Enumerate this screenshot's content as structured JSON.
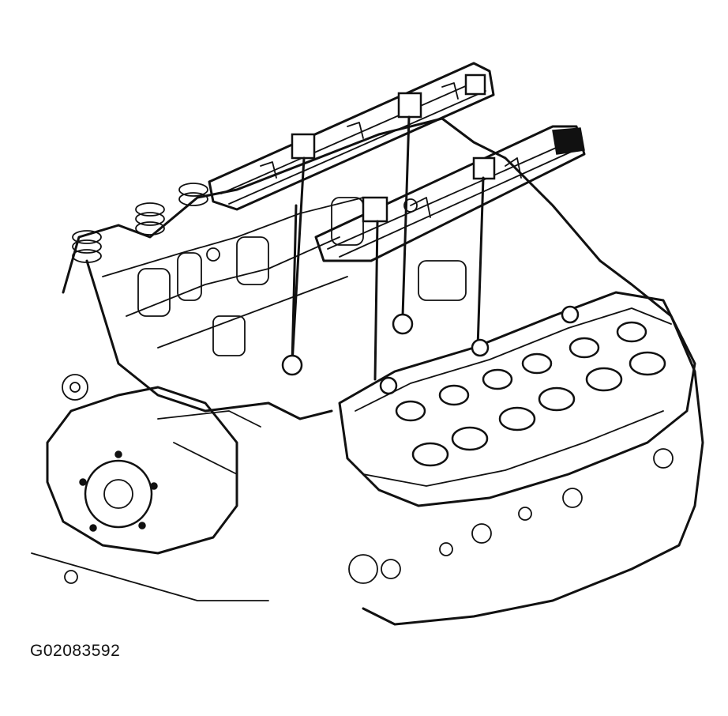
{
  "figure": {
    "id_label": "G02083592"
  },
  "palette": {
    "ink": "#111111",
    "paper": "#ffffff"
  },
  "components": [
    {
      "name": "left-fuel-rail",
      "icon": "fuel-rail-icon"
    },
    {
      "name": "right-fuel-rail",
      "icon": "fuel-rail-icon"
    },
    {
      "name": "fuel-injector",
      "count": 6,
      "icon": "injector-icon"
    },
    {
      "name": "engine-block",
      "icon": "engine-block-icon"
    },
    {
      "name": "cylinder-head-valve-train",
      "icon": "cylinder-head-icon"
    },
    {
      "name": "water-pump-pulley",
      "icon": "pulley-icon"
    }
  ]
}
